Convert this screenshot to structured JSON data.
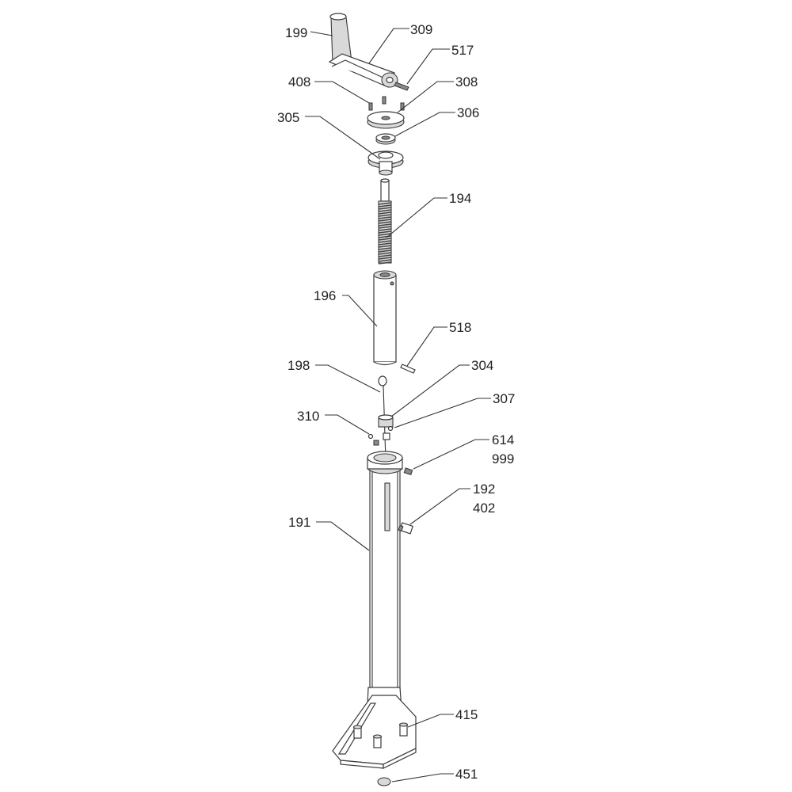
{
  "diagram": {
    "labels": {
      "l199": "199",
      "l309": "309",
      "l517": "517",
      "l408": "408",
      "l308": "308",
      "l305": "305",
      "l306": "306",
      "l194": "194",
      "l196": "196",
      "l518": "518",
      "l198": "198",
      "l304": "304",
      "l307": "307",
      "l310": "310",
      "l614": "614",
      "l999": "999",
      "l192": "192",
      "l402": "402",
      "l191": "191",
      "l415": "415",
      "l451": "451"
    },
    "colors": {
      "line": "#333333",
      "shade": "#d9d9d9",
      "background": "#ffffff"
    }
  }
}
